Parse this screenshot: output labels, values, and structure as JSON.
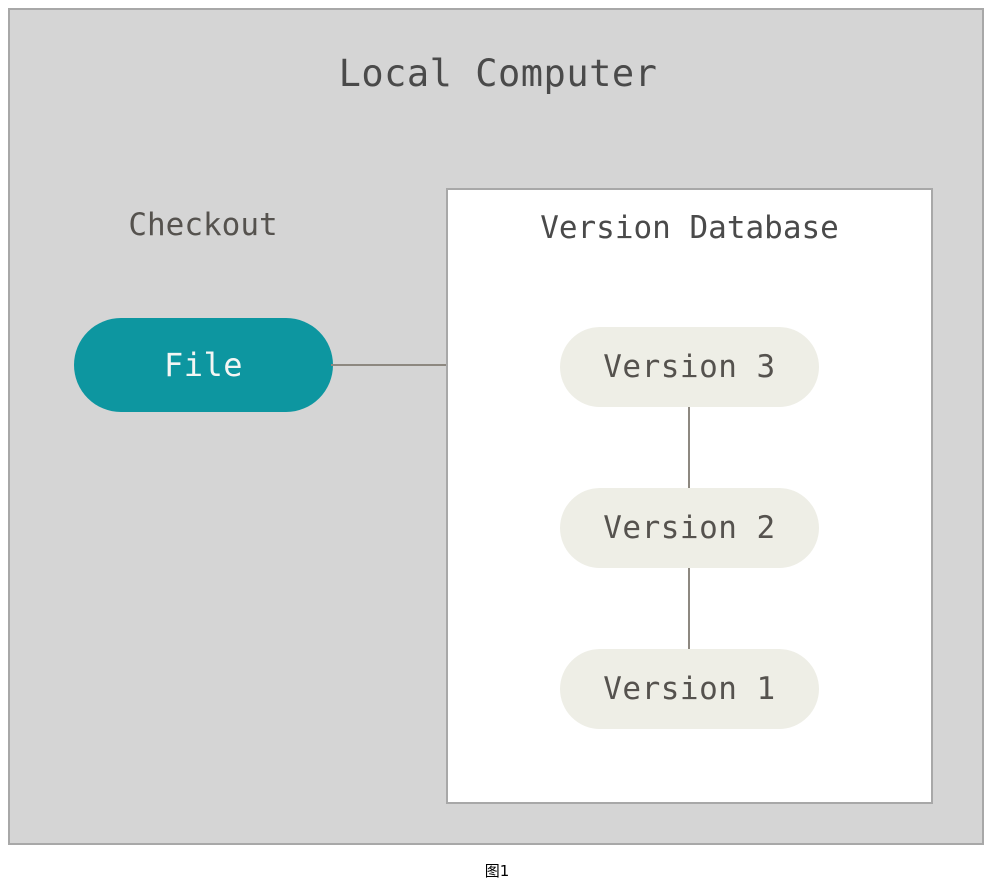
{
  "figure": {
    "caption": "图1"
  },
  "local_computer": {
    "title": "Local Computer",
    "background_color": "#d5d5d5",
    "border_color": "#a8a8a8"
  },
  "checkout": {
    "label": "Checkout",
    "file_node": {
      "label": "File",
      "fill_color": "#0d96a0",
      "text_color": "#f4f6f4"
    }
  },
  "version_database": {
    "title": "Version Database",
    "background_color": "#ffffff",
    "border_color": "#a8a8a8",
    "node_fill_color": "#eeeee6",
    "node_text_color": "#55524e",
    "versions": [
      {
        "label": "Version 3"
      },
      {
        "label": "Version 2"
      },
      {
        "label": "Version 1"
      }
    ]
  },
  "connectors": {
    "color": "#8d8880",
    "file_to_version3": "File — Version 3",
    "version3_to_version2": "Version 3 — Version 2",
    "version2_to_version1": "Version 2 — Version 1"
  }
}
